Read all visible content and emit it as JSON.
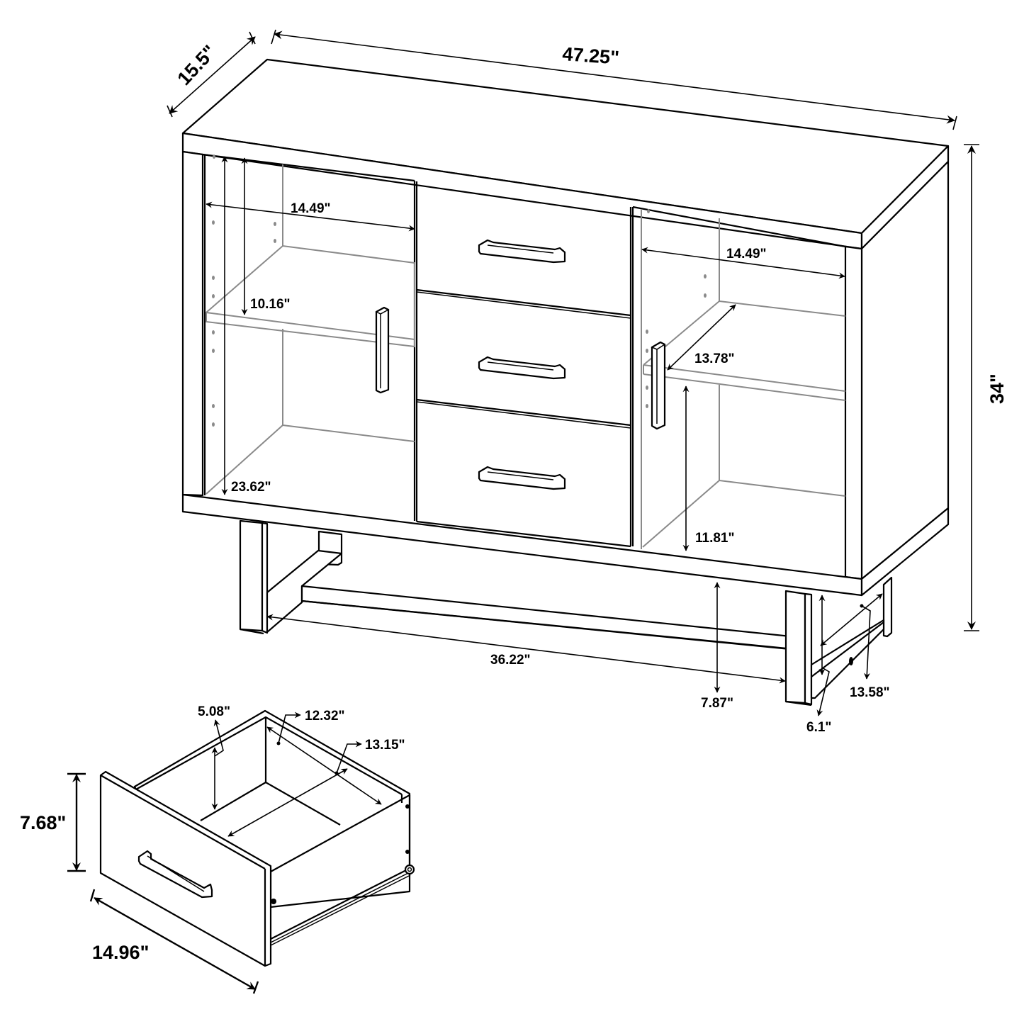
{
  "diagram": {
    "subject": "Sideboard cabinet with two doors, three center drawers and metal sled base",
    "line_color": "#000000",
    "interior_line_color": "#8a8a8a",
    "background": "#ffffff"
  },
  "overall": {
    "depth": "15.5\"",
    "width": "47.25\"",
    "height": "34\""
  },
  "left_cabinet": {
    "interior_width": "14.49\"",
    "upper_shelf_height": "10.16\"",
    "interior_height": "23.62\""
  },
  "right_cabinet": {
    "interior_width": "14.49\"",
    "shelf_depth": "13.78\"",
    "lower_clearance": "11.81\""
  },
  "base": {
    "leg_span": "36.22\"",
    "floor_clearance": "7.87\"",
    "leg_height": "6.1\"",
    "leg_depth": "13.58\""
  },
  "drawer": {
    "interior_height": "5.08\"",
    "interior_width": "12.32\"",
    "interior_depth": "13.15\"",
    "front_height": "7.68\"",
    "front_width": "14.96\""
  }
}
